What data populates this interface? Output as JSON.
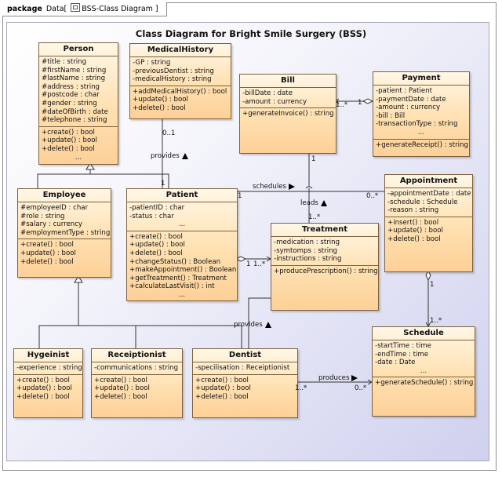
{
  "frame": {
    "keyword": "package",
    "name": "Data",
    "diagram_name": "BSS-Class Diagram"
  },
  "title": "Class Diagram for  Bright Smile Surgery (BSS)",
  "classes": {
    "person": {
      "name": "Person",
      "attributes": [
        "#title : string",
        "#firstName : string",
        "#lastName : string",
        "#address : string",
        "#postcode : char",
        "#gender : string",
        "#dateOfBirth : date",
        "#telephone : string"
      ],
      "operations": [
        "+create() : bool",
        "+update() : bool",
        "+delete() : bool",
        "..."
      ]
    },
    "medical_history": {
      "name": "MedicalHistory",
      "attributes": [
        "-GP : string",
        "-previousDentist : string",
        "-medicalHistory : string"
      ],
      "operations": [
        "+addMedicalHistory() : bool",
        "+update() : bool",
        "+delete() : bool"
      ]
    },
    "bill": {
      "name": "Bill",
      "attributes": [
        "-billDate : date",
        "-amount : currency"
      ],
      "operations": [
        "+generateInvoice() : string"
      ]
    },
    "payment": {
      "name": "Payment",
      "attributes": [
        "-patient : Patient",
        "-paymentDate : date",
        "-amount : currency",
        "-bill : Bill",
        "-transactionType : string",
        "..."
      ],
      "operations": [
        "+generateReceipt() : string"
      ]
    },
    "employee": {
      "name": "Employee",
      "attributes": [
        "#employeeID : char",
        "#role : string",
        "#salary : currency",
        "#employmentType : string"
      ],
      "operations": [
        "+create() : bool",
        "+update() : bool",
        "+delete() : bool"
      ]
    },
    "patient": {
      "name": "Patient",
      "attributes": [
        "-patientID : char",
        "-status : char",
        "..."
      ],
      "operations": [
        "+create() : bool",
        "+update() : bool",
        "+delete() : bool",
        "+changeStatus() : Boolean",
        "+makeAppointment() : Boolean",
        "+getTreatment() : Treatment",
        "+calculateLastVisit() : int",
        "..."
      ]
    },
    "appointment": {
      "name": "Appointment",
      "attributes": [
        "-appointmentDate : date",
        "-schedule : Schedule",
        "-reason : string"
      ],
      "operations": [
        "+insert() : bool",
        "+update() : bool",
        "+delete() : bool"
      ]
    },
    "treatment": {
      "name": "Treatment",
      "attributes": [
        "-medication : string",
        "-symtomps : string",
        "-instructions : string"
      ],
      "operations": [
        "+producePrescription() : string"
      ]
    },
    "hygeinist": {
      "name": "Hygeinist",
      "attributes": [
        "-experience : string"
      ],
      "operations": [
        "+create() : bool",
        "+update() : bool",
        "+delete() : bool"
      ]
    },
    "receiptionist": {
      "name": "Receiptionist",
      "attributes": [
        "-communications : string"
      ],
      "operations": [
        "+create() : bool",
        "+update() : bool",
        "+delete() : bool"
      ]
    },
    "dentist": {
      "name": "Dentist",
      "attributes": [
        "-specilisation : Receiptionist"
      ],
      "operations": [
        "+create() : bool",
        "+update() : bool",
        "+delete() : bool"
      ]
    },
    "schedule": {
      "name": "Schedule",
      "attributes": [
        "-startTime : time",
        "-endTime : time",
        "-date : Date",
        "..."
      ],
      "operations": [
        "+generateSchedule() : string"
      ]
    }
  },
  "associations": {
    "provides_mh": "provides",
    "schedules": "schedules",
    "leads": "leads",
    "provides_treat": "provides",
    "produces": "produces"
  },
  "multiplicities": {
    "mh_patient_top": "0..1",
    "mh_patient_bottom": "1",
    "bill_payment_bill": "1..*",
    "bill_payment_payment": "1",
    "patient_appt_left": "1",
    "patient_appt_right": "0..*",
    "bill_treat_top": "1",
    "bill_treat_bottom": "1..*",
    "patient_treat_left": "1",
    "patient_treat_right": "1..*",
    "appt_sched_top": "1",
    "appt_sched_bottom": "1..*",
    "dentist_sched_left": "1..*",
    "dentist_sched_right": "0..*"
  }
}
